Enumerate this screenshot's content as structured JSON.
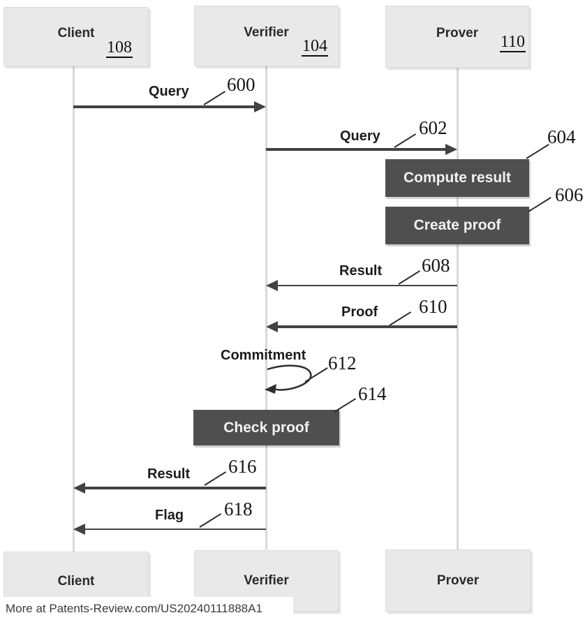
{
  "diagram": {
    "actors": {
      "client": {
        "name": "Client",
        "ref": "108"
      },
      "verifier": {
        "name": "Verifier",
        "ref": "104"
      },
      "prover": {
        "name": "Prover",
        "ref": "110"
      }
    },
    "messages": {
      "query600": {
        "label": "Query",
        "ref": "600"
      },
      "query602": {
        "label": "Query",
        "ref": "602"
      },
      "compute604": {
        "label": "Compute result",
        "ref": "604"
      },
      "create606": {
        "label": "Create proof",
        "ref": "606"
      },
      "result608": {
        "label": "Result",
        "ref": "608"
      },
      "proof610": {
        "label": "Proof",
        "ref": "610"
      },
      "commit612": {
        "label": "Commitment",
        "ref": "612"
      },
      "check614": {
        "label": "Check proof",
        "ref": "614"
      },
      "result616": {
        "label": "Result",
        "ref": "616"
      },
      "flag618": {
        "label": "Flag",
        "ref": "618"
      }
    },
    "colors": {
      "actor_box_fill": "#e9e9e9",
      "activity_box_fill": "#4f4f4f",
      "arrow_line": "#424242",
      "lifeline": "#d8d8d8"
    }
  },
  "footer": {
    "text": "More at Patents-Review.com/US20240111888A1"
  }
}
